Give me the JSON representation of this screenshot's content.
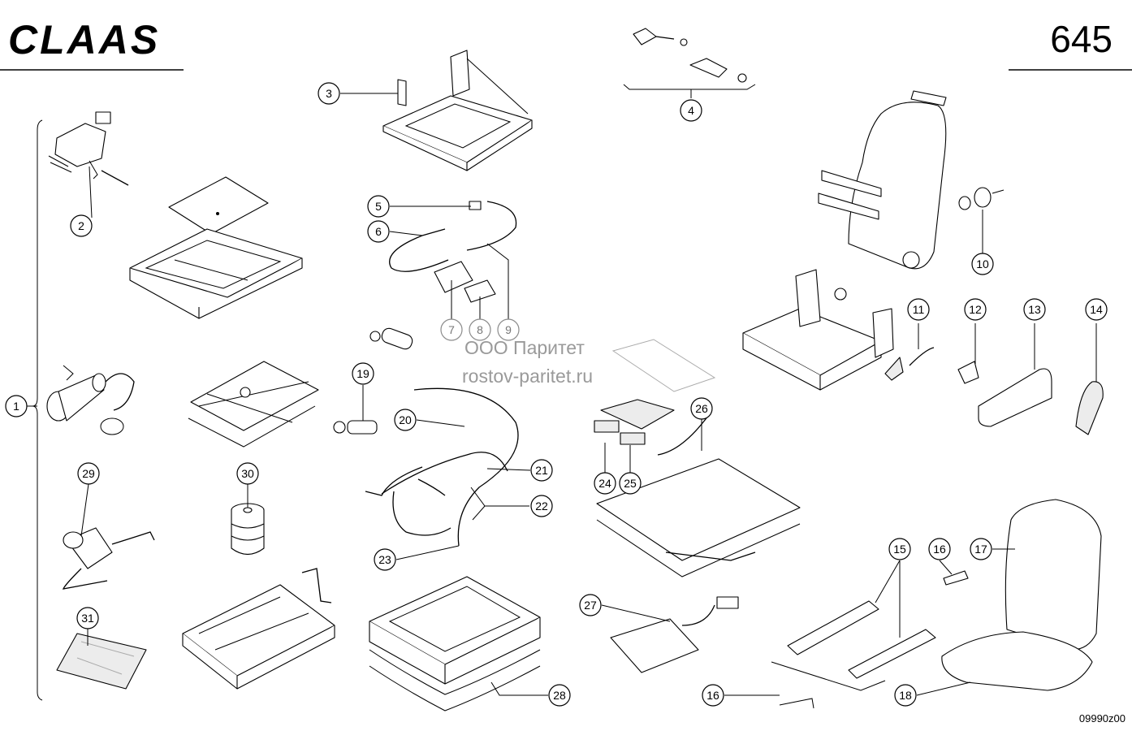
{
  "header": {
    "brand": "CLAAS",
    "page_number": "645"
  },
  "footer": {
    "drawing_code": "09990z00"
  },
  "watermark": {
    "line1": "ООО Паритет",
    "line2": "rostov-paritet.ru"
  },
  "callouts": [
    "1",
    "2",
    "3",
    "4",
    "5",
    "6",
    "7",
    "8",
    "9",
    "10",
    "11",
    "12",
    "13",
    "14",
    "15",
    "16",
    "16",
    "17",
    "18",
    "19",
    "20",
    "21",
    "22",
    "23",
    "24",
    "25",
    "26",
    "27",
    "28",
    "29",
    "30",
    "31"
  ]
}
